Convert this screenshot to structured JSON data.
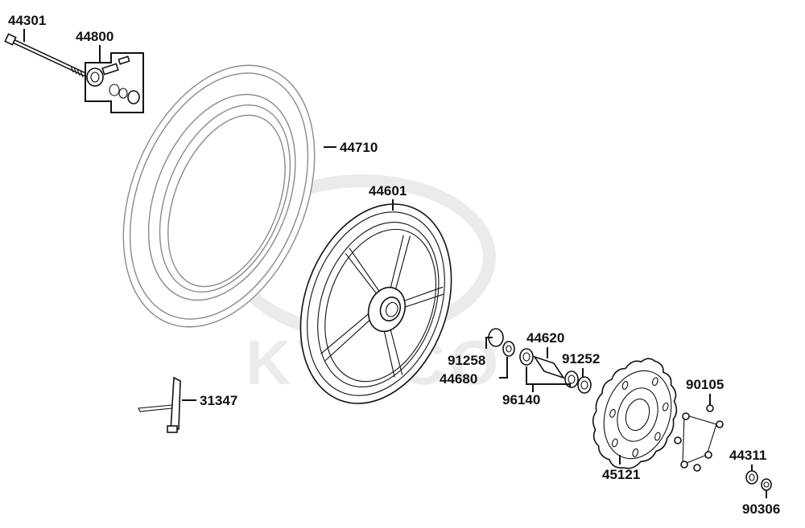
{
  "watermark": "KYMCO",
  "colors": {
    "ink": "#111111",
    "tire_outline": "#8a8a8a",
    "watermark": "#ebebeb",
    "background": "#ffffff"
  },
  "parts": [
    {
      "id": "p44301",
      "label": "44301",
      "name": "front axle"
    },
    {
      "id": "p44800",
      "label": "44800",
      "name": "speedometer gear box"
    },
    {
      "id": "p44710",
      "label": "44710",
      "name": "front tire"
    },
    {
      "id": "p44601",
      "label": "44601",
      "name": "front wheel rim"
    },
    {
      "id": "p91258",
      "label": "91258",
      "name": "oil seal"
    },
    {
      "id": "p44620",
      "label": "44620",
      "name": "bearing spacer"
    },
    {
      "id": "p91252",
      "label": "91252",
      "name": "oil seal"
    },
    {
      "id": "p44680",
      "label": "44680",
      "name": "retainer"
    },
    {
      "id": "p96140",
      "label": "96140",
      "name": "bearing"
    },
    {
      "id": "p31347",
      "label": "31347",
      "name": "clip"
    },
    {
      "id": "p90105",
      "label": "90105",
      "name": "disc bolt"
    },
    {
      "id": "p45121",
      "label": "45121",
      "name": "brake disc"
    },
    {
      "id": "p44311",
      "label": "44311",
      "name": "collar"
    },
    {
      "id": "p90306",
      "label": "90306",
      "name": "axle nut"
    }
  ]
}
